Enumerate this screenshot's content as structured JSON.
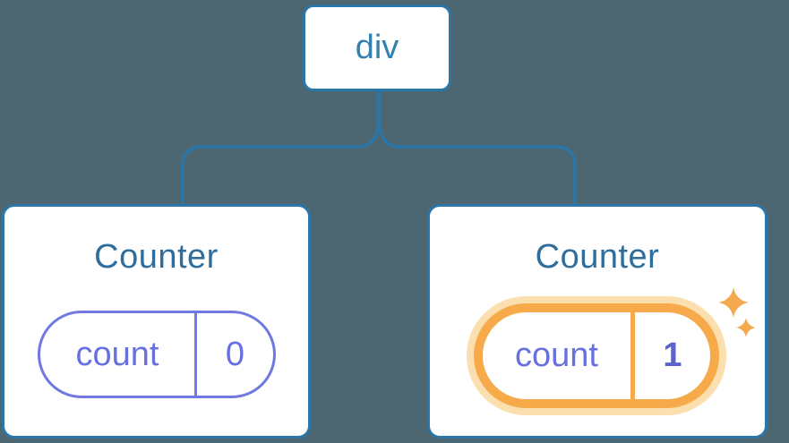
{
  "diagram": {
    "background_color": "#4D6772",
    "root_node": {
      "label": "div"
    },
    "children": [
      {
        "title": "Counter",
        "state_key": "count",
        "state_value": "0",
        "highlighted": false
      },
      {
        "title": "Counter",
        "state_key": "count",
        "state_value": "1",
        "highlighted": true,
        "badge_icon": "sparkles-icon"
      }
    ],
    "colors": {
      "connector_blue": "#2B76A8",
      "node_border_blue": "#2B76A8",
      "root_label_blue": "#3480B1",
      "title_blue": "#2F6E9C",
      "state_purple": "#6770E0",
      "state_value_purple": "#5B63D3",
      "highlight_orange": "#F6AA49",
      "highlight_glow_orange": "#FBDFAE",
      "sparkle_orange": "#F4A94E"
    }
  }
}
